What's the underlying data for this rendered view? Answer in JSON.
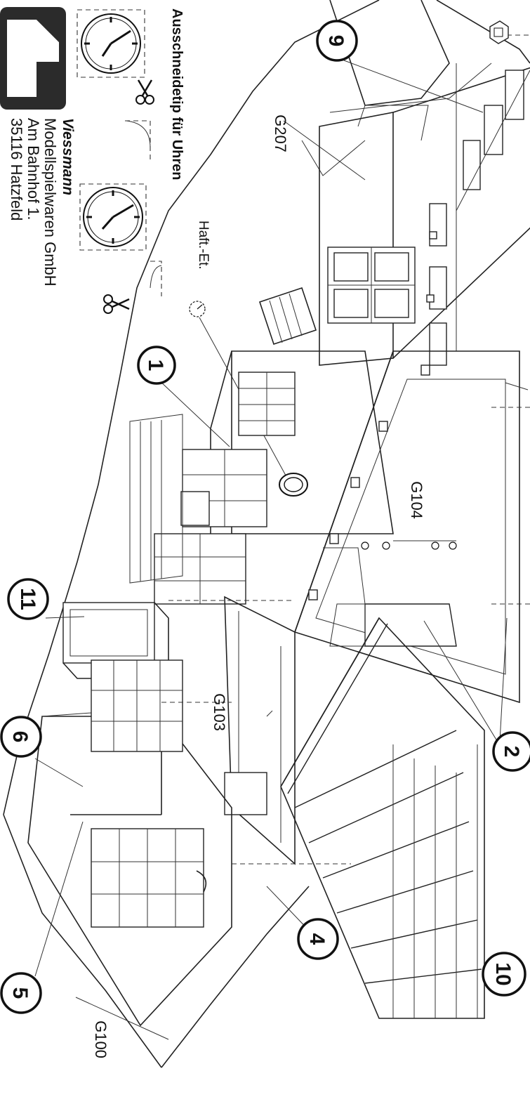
{
  "header": {
    "title": "Ausschneidetip für Uhren",
    "haft_label": "Haft.-Et."
  },
  "company": {
    "brand": "Viessmann",
    "name": "Modellspielwaren GmbH",
    "street": "Am Bahnhof 1.",
    "city_partial": "35116 Hatzfeld"
  },
  "parts": {
    "callouts": [
      "9",
      "1",
      "11",
      "6",
      "5",
      "2",
      "4",
      "10"
    ],
    "labels": [
      "G207",
      "G104",
      "G103",
      "G100"
    ]
  },
  "icons": [
    "viessmann-logo",
    "scissors-icon",
    "clock-icon"
  ]
}
